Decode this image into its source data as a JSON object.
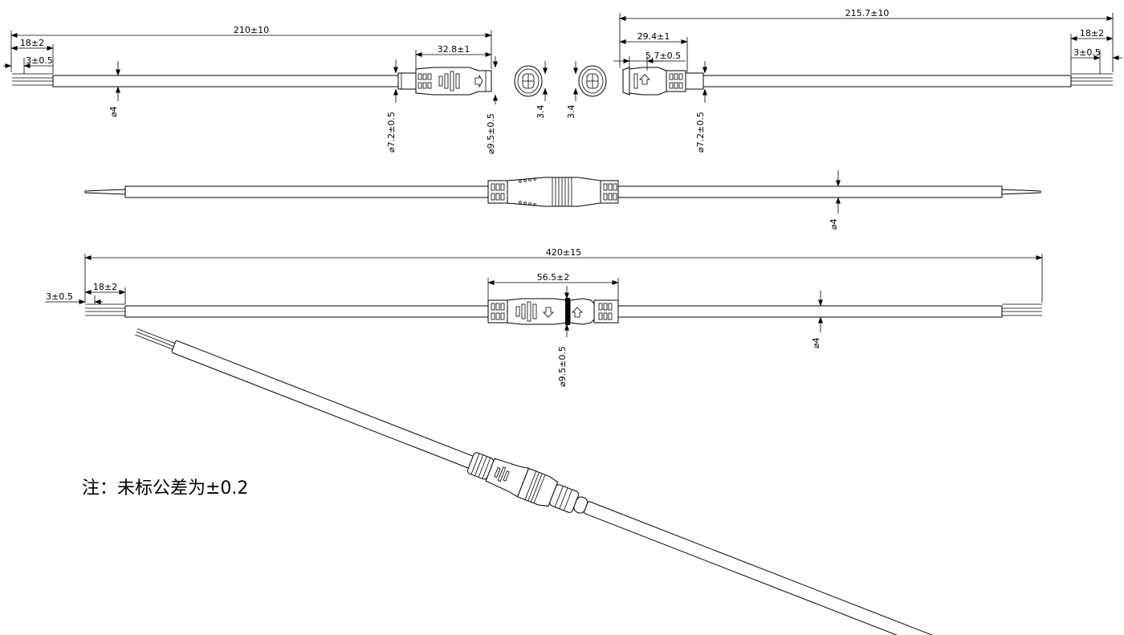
{
  "dims": {
    "left_total": "210±10",
    "left_strip": "18±2",
    "left_wire": "3±0.5",
    "left_connector": "32.8±1",
    "left_cable_dia": "⌀4",
    "left_dia72": "⌀7.2±0.5",
    "left_dia95": "⌀9.5±0.5",
    "face_left": "3.4",
    "face_right": "3.4",
    "right_total": "215.7±10",
    "right_connector": "29.4±1",
    "right_pin": "5.7±0.5",
    "right_strip": "18±2",
    "right_wire": "3±0.5",
    "right_dia72": "⌀7.2±0.5",
    "mid_cable_dia": "⌀4",
    "asm_total": "420±15",
    "asm_wire": "3±0.5",
    "asm_strip": "18±2",
    "asm_connector": "56.5±2",
    "asm_dia95": "⌀9.5±0.5",
    "asm_cable_dia": "⌀4"
  },
  "note": "注：未标公差为±0.2"
}
